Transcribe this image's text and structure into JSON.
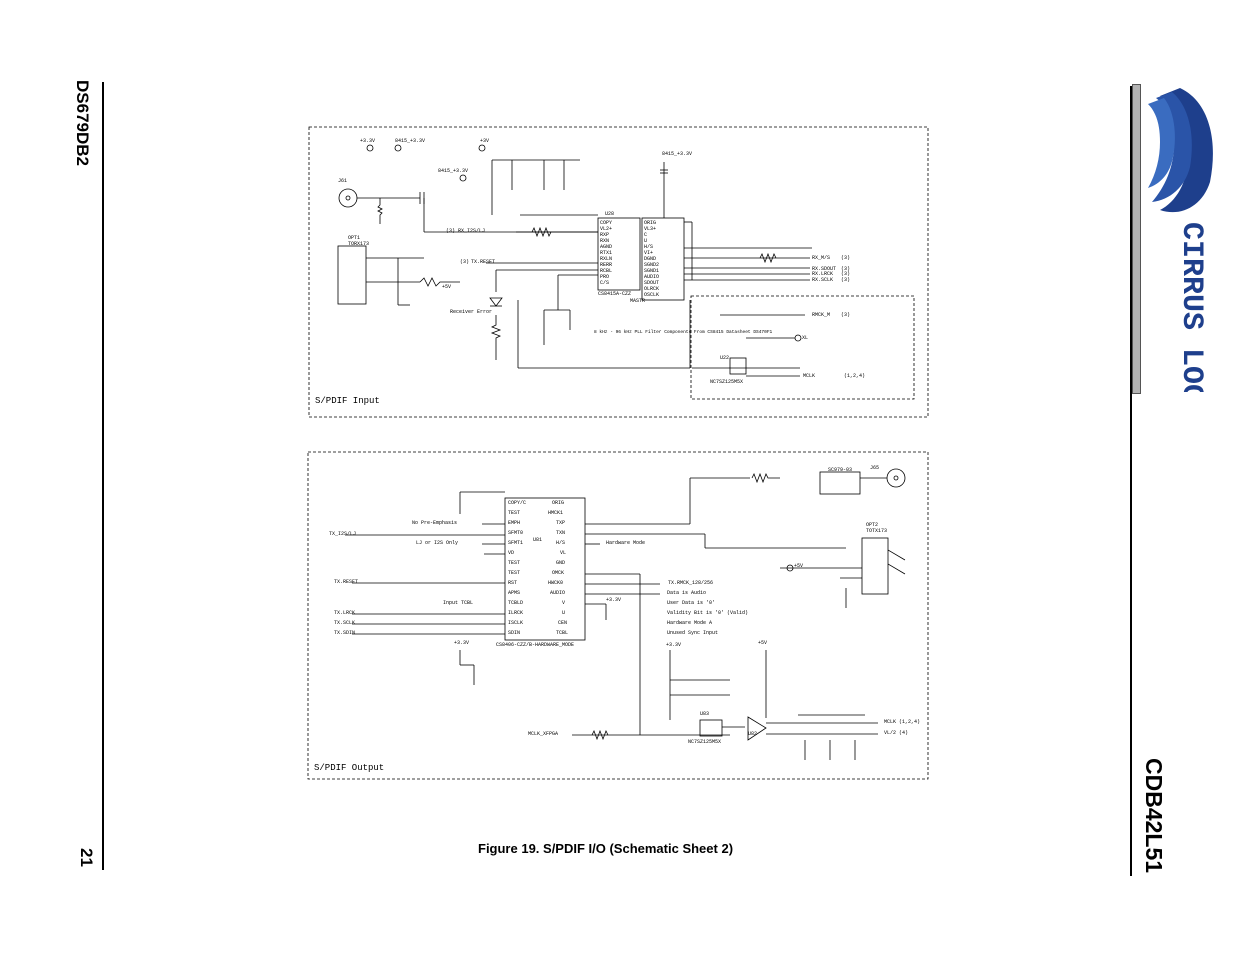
{
  "header": {
    "doc_id": "DS679DB2",
    "page_number": "21",
    "product": "CDB42L51",
    "logo_text": "CIRRUS LOGIC"
  },
  "figure": {
    "caption": "Figure 19.  S/PDIF I/O (Schematic Sheet 2)"
  },
  "input_section": {
    "title": "S/PDIF Input",
    "ic_name": "CS8415A-CZZ",
    "ic_ref": "U28",
    "connectors": [
      "J61",
      "OPT1",
      "TORX173"
    ],
    "buffer": "NC7SZ125M5X",
    "buffer_ref": "U22",
    "note": "8 kHz - 96 kHz PLL Filter Components From CS8415 Datasheet DS470F1",
    "led_label": "Receiver Error",
    "supplies": [
      "+3.3V",
      "8415_+3.3V",
      "+3V",
      "+5V"
    ],
    "ic_left_pins": [
      "COPY",
      "VL2+",
      "RXP",
      "RXN",
      "AGND",
      "RTX1",
      "RXLN",
      "RERR",
      "RCBL",
      "PRO",
      "C/S"
    ],
    "ic_right_pins": [
      "ORIG",
      "VL3+",
      "C",
      "U",
      "H/S",
      "VI+",
      "DGND",
      "SGND2",
      "SGND1",
      "AUDIO",
      "SDOUT",
      "OLRCK",
      "OSCLK",
      "MASTR"
    ],
    "signals_left": [
      "RX_I2S/LJ",
      "TX.RESET"
    ],
    "signals_right": [
      "RX_M/S",
      "RX.SDOUT",
      "RX.LRCK",
      "RX.SCLK",
      "RMCK_M",
      "XL",
      "MCLK"
    ],
    "refs": [
      "(3)",
      "(3)",
      "(3)",
      "(3)",
      "(3)",
      "(3)",
      "(3)",
      "(1,2,4)"
    ]
  },
  "output_section": {
    "title": "S/PDIF Output",
    "ic_name": "CS8406-CZZ/B-HARDWARE_MODE",
    "ic_ref": "U81",
    "ic_left_pins": [
      "COPY/C",
      "TEST",
      "EMPH",
      "SFMT0",
      "SFMT1",
      "VD",
      "TEST",
      "TEST",
      "RST",
      "APMS",
      "TCBLD",
      "ILRCK",
      "ISCLK",
      "SDIN"
    ],
    "ic_right_pins": [
      "ORIG",
      "HMCK1",
      "TXP",
      "TXN",
      "H/S",
      "VL",
      "GND",
      "OMCK",
      "HWCK0",
      "AUDIO",
      "V",
      "U",
      "CEN",
      "TCBL"
    ],
    "signals_left": [
      "TX_I2S/LJ",
      "TX.RESET",
      "TX.LRCK",
      "TX.SCLK",
      "TX.SDIN",
      "MCLK_XFPGA"
    ],
    "annotations": [
      "No Pre-Emphasis",
      "LJ or I2S Only",
      "Input TCBL",
      "Hardware Mode",
      "Data is Audio",
      "User Data is '0'",
      "Validity Bit is '0' (Valid)",
      "Hardware Mode A",
      "Unused Sync Input"
    ],
    "signals_right": [
      "TX.RMCK_128/256",
      "MCLK (1,2,4)",
      "VL/2 (4)"
    ],
    "connectors": [
      "J65",
      "OPT2",
      "TOTX173",
      "SC979-03"
    ],
    "buffers": [
      "NC7SZ125M5X",
      "U83",
      "U82"
    ],
    "supplies": [
      "+3.3V",
      "+5V"
    ]
  }
}
